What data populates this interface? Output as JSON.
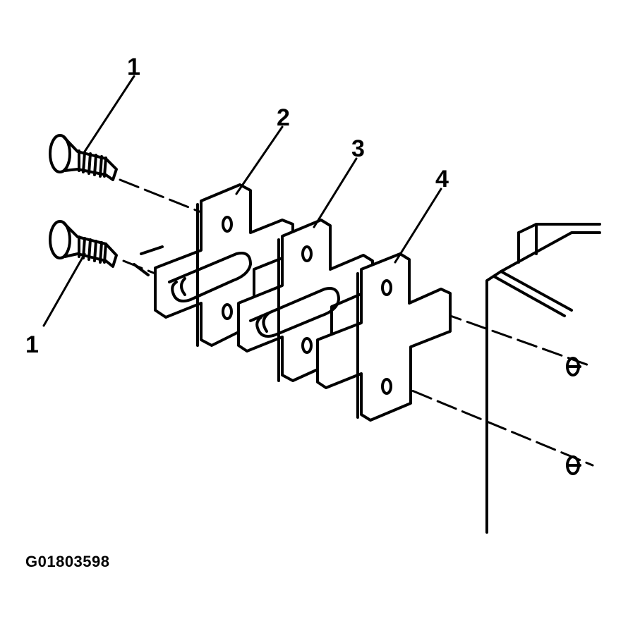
{
  "diagram": {
    "callouts": [
      {
        "id": "1",
        "text": "1",
        "part": "screw"
      },
      {
        "id": "1b",
        "text": "1",
        "part": "screw"
      },
      {
        "id": "2",
        "text": "2",
        "part": "plate"
      },
      {
        "id": "3",
        "text": "3",
        "part": "plate"
      },
      {
        "id": "4",
        "text": "4",
        "part": "plate"
      }
    ],
    "figure_id": "G01803598",
    "colors": {
      "line": "#000000",
      "background": "#ffffff"
    }
  }
}
